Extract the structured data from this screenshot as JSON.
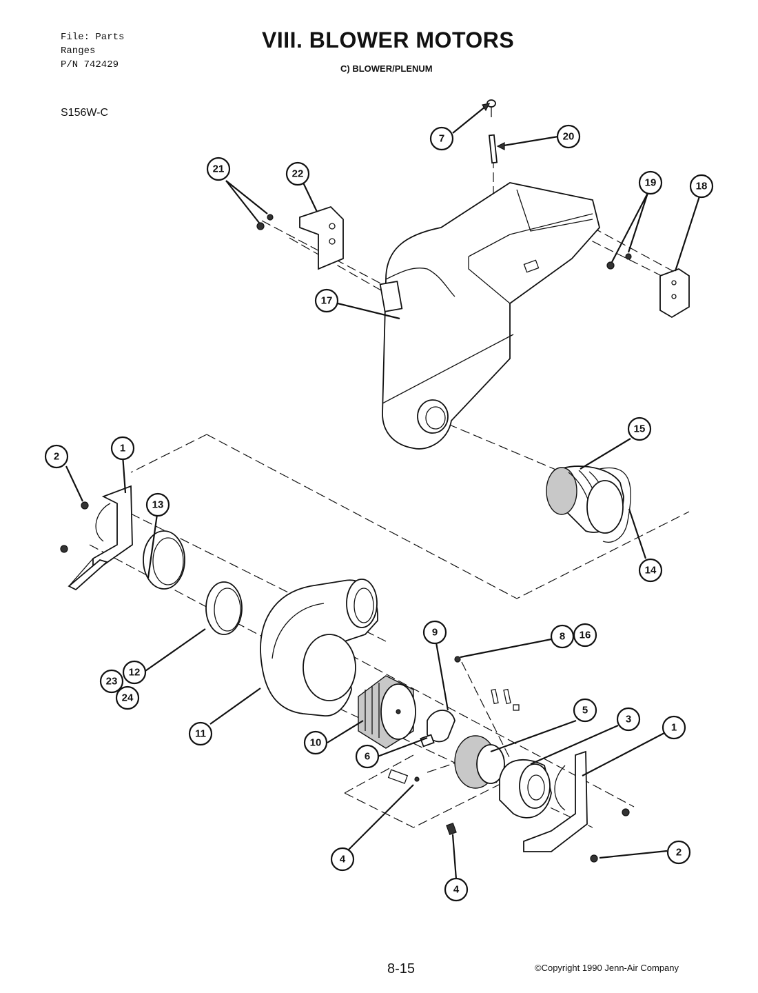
{
  "header": {
    "file_line": "File: Parts",
    "category_line": "Ranges",
    "part_number_line": "P/N 742429",
    "model": "S156W-C",
    "title": "VIII. BLOWER MOTORS",
    "subtitle": "C) BLOWER/PLENUM"
  },
  "footer": {
    "page_number": "8-15",
    "copyright": "©Copyright 1990 Jenn-Air Company"
  },
  "callouts": {
    "c7": "7",
    "c20": "20",
    "c21": "21",
    "c22": "22",
    "c19": "19",
    "c18": "18",
    "c17": "17",
    "c15": "15",
    "c14": "14",
    "c2_top": "2",
    "c1_top": "1",
    "c13": "13",
    "c12": "12",
    "c23": "23",
    "c24": "24",
    "c11": "11",
    "c10": "10",
    "c9": "9",
    "c8": "8",
    "c16": "16",
    "c6": "6",
    "c5": "5",
    "c3": "3",
    "c1_bottom": "1",
    "c4_left": "4",
    "c4_right": "4",
    "c2_bottom": "2"
  }
}
